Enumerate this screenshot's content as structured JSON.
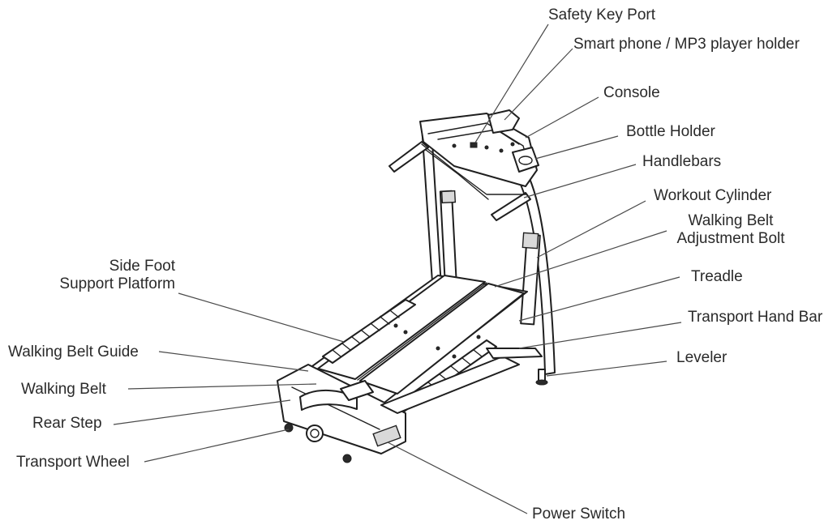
{
  "labels": {
    "safety_key_port": "Safety Key Port",
    "phone_holder": "Smart phone / MP3 player holder",
    "console": "Console",
    "bottle_holder": "Bottle Holder",
    "handlebars": "Handlebars",
    "workout_cylinder": "Workout Cylinder",
    "walking_belt_adjustment_bolt_line1": "Walking Belt",
    "walking_belt_adjustment_bolt_line2": "Adjustment Bolt",
    "treadle": "Treadle",
    "transport_hand_bar": "Transport Hand Bar",
    "leveler": "Leveler",
    "side_foot_support_line1": "Side Foot",
    "side_foot_support_line2": "Support Platform",
    "walking_belt_guide": "Walking Belt Guide",
    "walking_belt": "Walking Belt",
    "rear_step": "Rear Step",
    "transport_wheel": "Transport Wheel",
    "power_switch": "Power Switch"
  }
}
